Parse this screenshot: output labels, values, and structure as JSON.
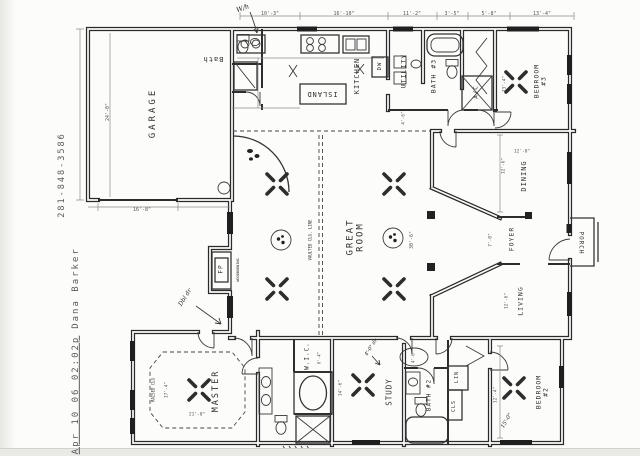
{
  "fax_header": {
    "timestamp": "Apr 10 06 02:02p",
    "sender_name": "Dana Barker",
    "phone": "281-848-3586"
  },
  "rooms": {
    "garage": "GARAGE",
    "bath1": "Bath",
    "kitchen": "KITCHEN",
    "island": "ISLAND",
    "dishwasher": "DW",
    "utility": "UTILITY",
    "bath3": "BATH #3",
    "ac": "A/C",
    "bedroom3": "BEDROOM\n#3",
    "dining": "DINING",
    "foyer": "FOYER",
    "porch": "PORCH",
    "living": "LIVING",
    "great_room": "GREAT\nROOM",
    "fireplace": "FP",
    "master": "MASTER",
    "wic": "W.I.C.",
    "study": "STUDY",
    "bath2": "BATH #2",
    "linen": "LIN",
    "closet": "CLS",
    "bedroom2": "BEDROOM\n#2"
  },
  "annotations": {
    "water_heater": "W/h",
    "double_door": "Dbl dr",
    "study_door_note": "4'-0\" dr",
    "raised_ceiling": "RAISED CLG",
    "vaulted_ceiling": "VAULTED CLG. LINE",
    "fireplace_note": "WOODBURNING",
    "bedroom2_diag": "15'-0\""
  },
  "dims": {
    "top": [
      "10'-3\"",
      "16'-10\"",
      "11'-2\"",
      "3'-5\"",
      "5'-8\"",
      "13'-4\""
    ],
    "garage_width": "24'-0\"",
    "garage_door": "16'-8\"",
    "great_room": "30'-6\"",
    "kitchen_hall": "4'-6\"",
    "bedroom3": "13'-4\"",
    "dining_h": "12'-6\"",
    "dining_w": "12'-8\"",
    "foyer": "7'-0\"",
    "living": "12'-6\"",
    "bedroom2": "12'-4\"",
    "study": "14'-6\"",
    "study_door": "4'-6\"",
    "master_w": "17'-4\"",
    "master_l": "21'-0\"",
    "wic": "6'-4\""
  }
}
